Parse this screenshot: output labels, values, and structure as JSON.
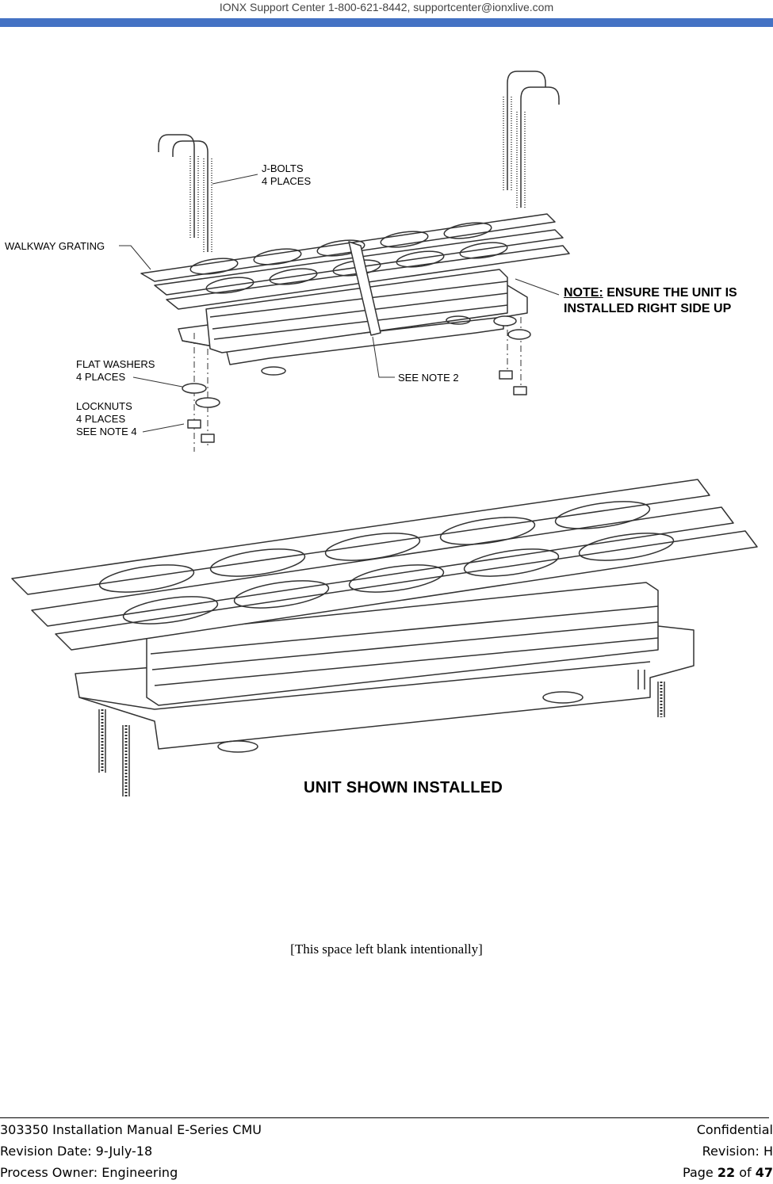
{
  "header": {
    "support_line": "IONX Support Center 1-800-621-8442, supportcenter@ionxlive.com"
  },
  "figure_top": {
    "jbolts_line1": "J-BOLTS",
    "jbolts_line2": "4 PLACES",
    "walkway_grating": "WALKWAY GRATING",
    "note_prefix": "NOTE:",
    "note_line1_rest": "ENSURE THE UNIT IS",
    "note_line2": "INSTALLED RIGHT SIDE UP",
    "flat_washers_line1": "FLAT WASHERS",
    "flat_washers_line2": "4 PLACES",
    "see_note_2": "SEE NOTE 2",
    "locknuts_line1": "LOCKNUTS",
    "locknuts_line2": "4 PLACES",
    "locknuts_line3": "SEE NOTE 4"
  },
  "figure_bottom": {
    "caption": "UNIT SHOWN INSTALLED"
  },
  "body": {
    "blank_note": "[This space left blank intentionally]"
  },
  "footer": {
    "doc_title": "303350 Installation Manual E-Series CMU",
    "confidential": "Confidential",
    "revision_date": "Revision Date: 9-July-18",
    "revision": "Revision: H",
    "process_owner": "Process Owner:  Engineering",
    "page_prefix": "Page",
    "page_current": "22",
    "page_of": "of",
    "page_total": "47"
  },
  "colors": {
    "accent_bar": "#4472c4",
    "drawing_line": "#333333"
  }
}
